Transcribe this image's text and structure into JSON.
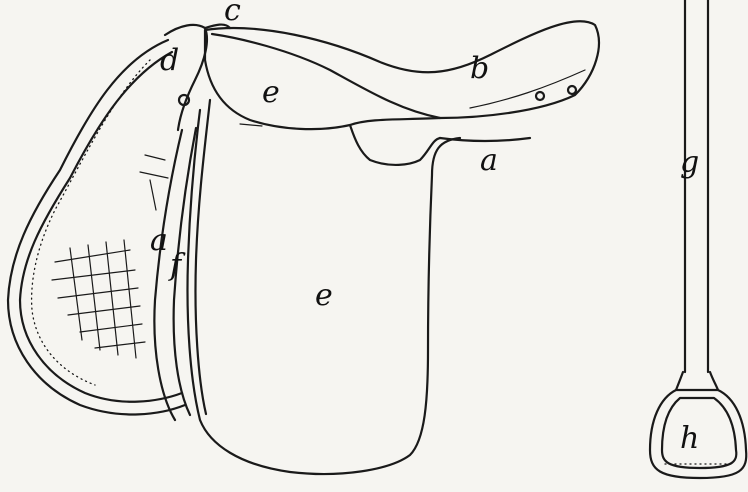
{
  "figure": {
    "labels": {
      "a_skirt": "a",
      "a_panel": "a",
      "b": "b",
      "c": "c",
      "d": "d",
      "e_seat": "e",
      "e_flap": "e",
      "f": "f",
      "g": "g",
      "h": "h"
    },
    "ink_color": "#1a1a1a",
    "paper_color": "#f6f5f1"
  }
}
